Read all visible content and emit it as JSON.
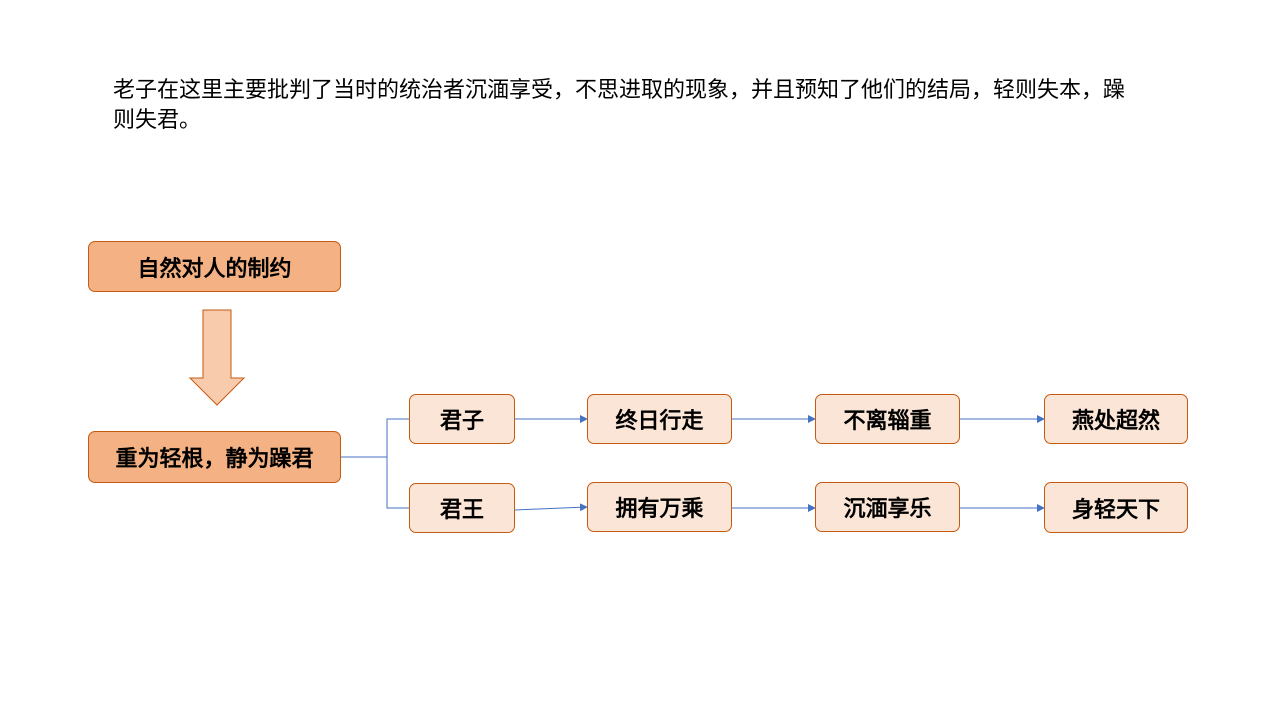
{
  "intro_text": "老子在这里主要批判了当时的统治者沉湎享受，不思进取的现象，并且预知了他们的结局，轻则失本，躁则失君。",
  "colors": {
    "box_dark_fill": "#f4b183",
    "box_light_fill": "#fbe5d6",
    "box_border": "#c55a11",
    "arrow_fill": "#f8cbad",
    "connector": "#4472c4"
  },
  "nodes": {
    "top": "自然对人的制约",
    "root": "重为轻根，静为躁君",
    "row1": [
      "君子",
      "终日行走",
      "不离辎重",
      "燕处超然"
    ],
    "row2": [
      "君王",
      "拥有万乘",
      "沉湎享乐",
      "身轻天下"
    ]
  }
}
